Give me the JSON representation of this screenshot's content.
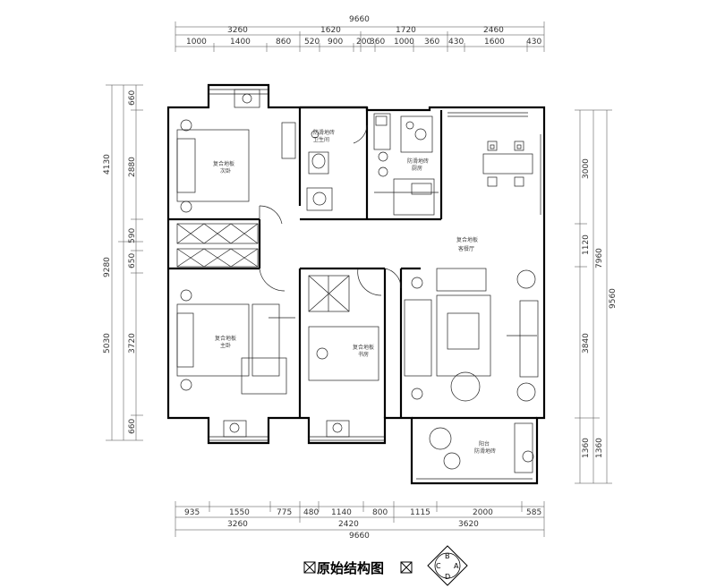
{
  "title": "原始结构图",
  "compass_letters": [
    "B",
    "A",
    "C",
    "D"
  ],
  "dims": {
    "top_total": "9660",
    "top_mid": [
      "3260",
      "1620",
      "1720",
      "2460"
    ],
    "top_fine": [
      "1000",
      "1400",
      "860",
      "520",
      "900",
      "200",
      "360",
      "1000",
      "360",
      "430",
      "1600",
      "430"
    ],
    "bottom_fine": [
      "935",
      "1550",
      "775",
      "480",
      "1140",
      "800",
      "1115",
      "2000",
      "585"
    ],
    "bottom_mid": [
      "3260",
      "2420",
      "3620"
    ],
    "bottom_total": "9660",
    "left_outer": [
      "4130",
      "9280",
      "5030"
    ],
    "left_inner": [
      "660",
      "2880",
      "590",
      "650",
      "3720",
      "660"
    ],
    "right_inner": [
      "3000",
      "1120",
      "3840",
      "1360"
    ],
    "right_outer": [
      "7960",
      "9560",
      "1360"
    ]
  },
  "rooms": {
    "bedroom_top": [
      "复合地板",
      "次卧"
    ],
    "bath": [
      "防滑地砖",
      "卫生间"
    ],
    "kitchen": [
      "防滑地砖",
      "厨房"
    ],
    "living": [
      "复合地板",
      "客餐厅"
    ],
    "bedroom_master": [
      "复合地板",
      "主卧"
    ],
    "bedroom_study": [
      "复合地板",
      "书房"
    ],
    "balcony": [
      "阳台",
      "防滑地砖"
    ]
  }
}
